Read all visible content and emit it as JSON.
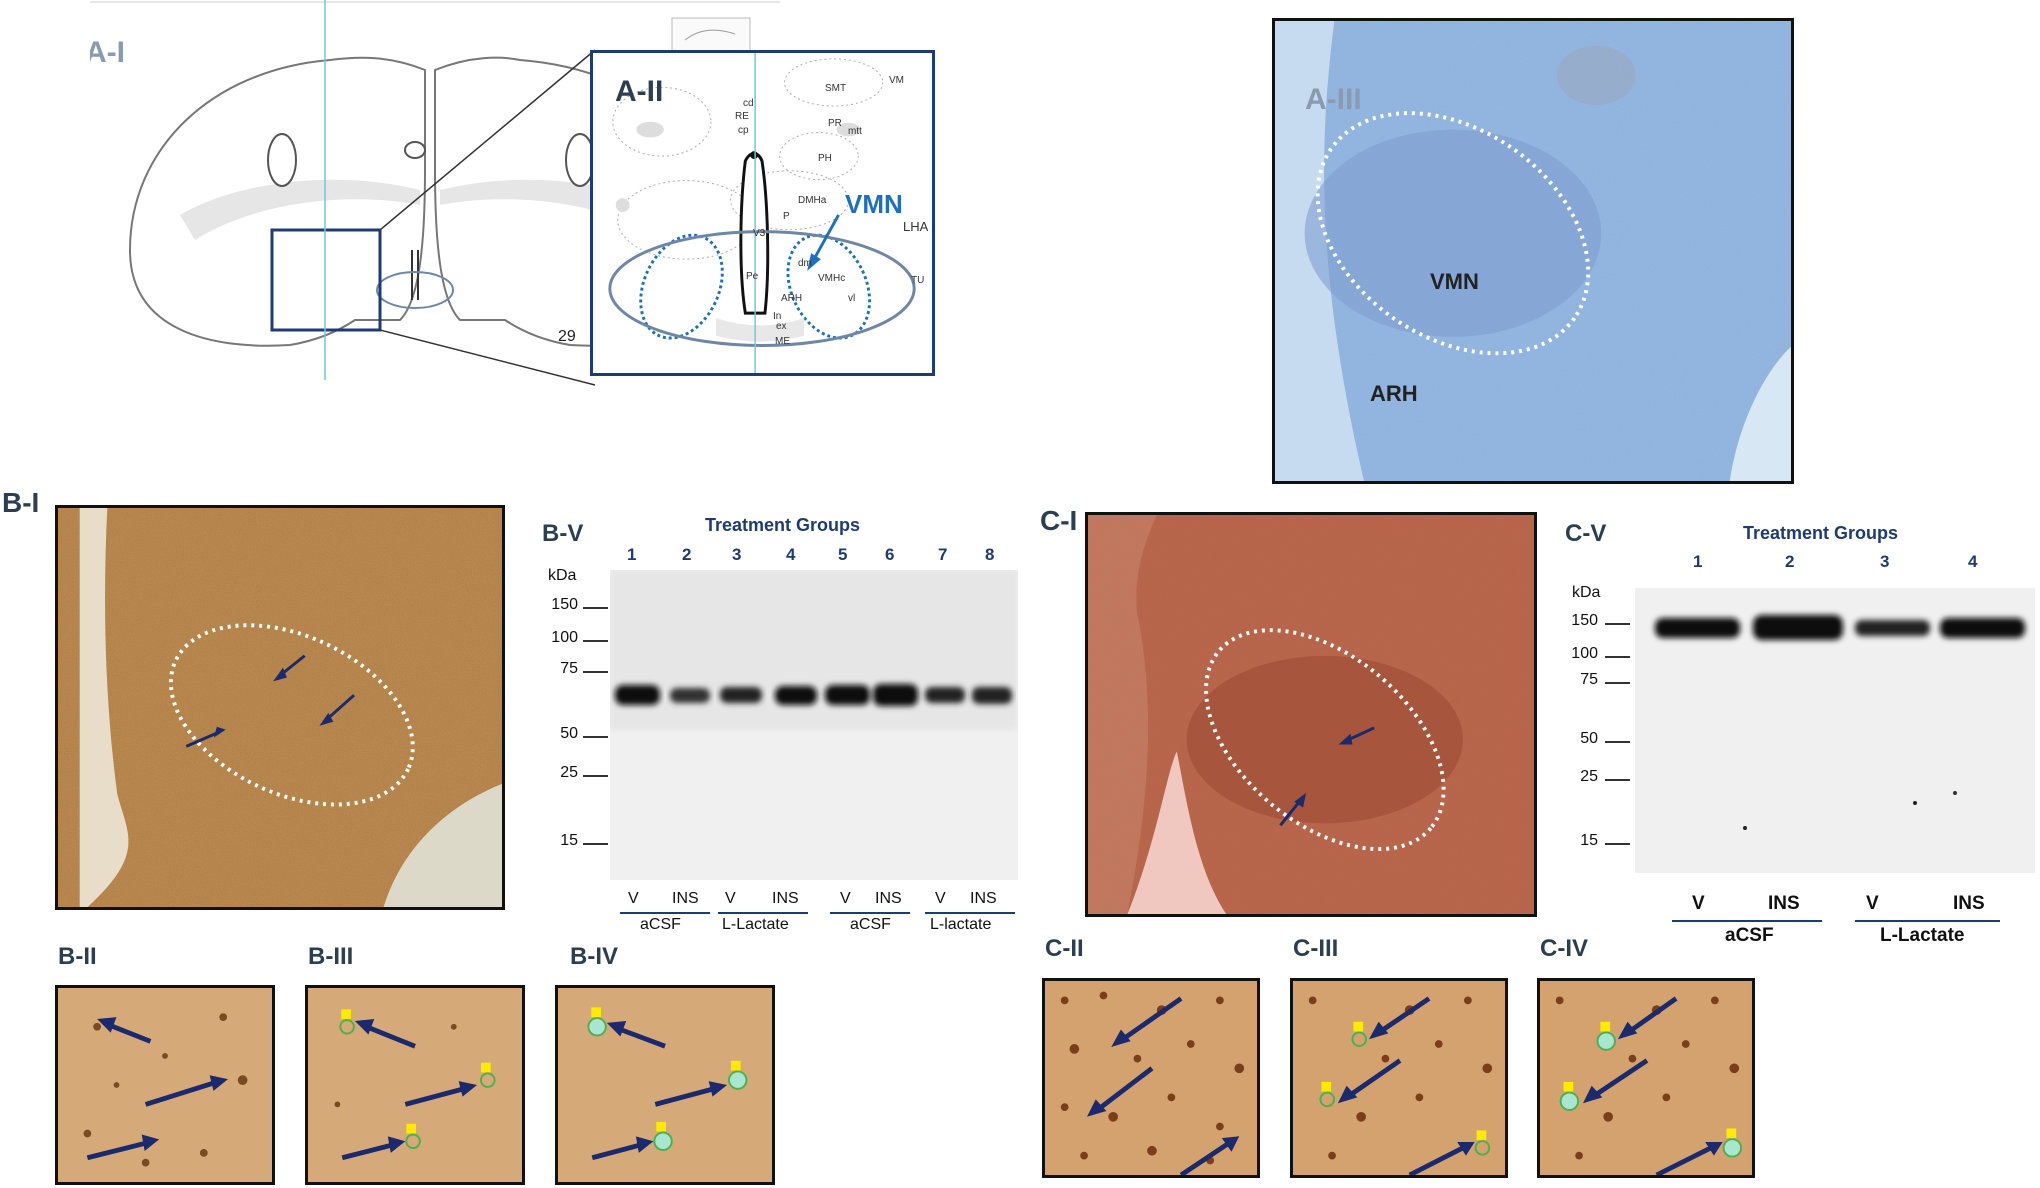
{
  "panels": {
    "a1": {
      "label": "A-I",
      "plate_number": "29"
    },
    "a2": {
      "label": "A-II",
      "highlight": "VMN",
      "regions": [
        "SMT",
        "VM",
        "cd",
        "RE",
        "cp",
        "PR",
        "mtt",
        "PH",
        "DMHa",
        "P",
        "V3",
        "dm",
        "VMHc",
        "vl",
        "LHA",
        "ARH",
        "TU",
        "In",
        "ex",
        "ME",
        "Pe"
      ]
    },
    "a3": {
      "label": "A-III",
      "vmn": "VMN",
      "arh": "ARH"
    },
    "b1": {
      "label": "B-I"
    },
    "b2": {
      "label": "B-II"
    },
    "b3": {
      "label": "B-III"
    },
    "b4": {
      "label": "B-IV"
    },
    "b5": {
      "label": "B-V",
      "title": "Treatment Groups",
      "kda_title": "kDa",
      "markers": [
        "150",
        "100",
        "75",
        "50",
        "25",
        "15"
      ],
      "lanes": [
        "1",
        "2",
        "3",
        "4",
        "5",
        "6",
        "7",
        "8"
      ],
      "lane_groups": [
        "V",
        "INS",
        "V",
        "INS",
        "V",
        "INS",
        "V",
        "INS"
      ],
      "conditions": [
        "aCSF",
        "L-Lactate",
        "aCSF",
        "L-lactate"
      ]
    },
    "c1": {
      "label": "C-I"
    },
    "c2": {
      "label": "C-II"
    },
    "c3": {
      "label": "C-III"
    },
    "c4": {
      "label": "C-IV"
    },
    "c5": {
      "label": "C-V",
      "title": "Treatment Groups",
      "kda_title": "kDa",
      "markers": [
        "150",
        "100",
        "75",
        "50",
        "25",
        "15"
      ],
      "lanes": [
        "1",
        "2",
        "3",
        "4"
      ],
      "lane_groups": [
        "V",
        "INS",
        "V",
        "INS"
      ],
      "conditions": [
        "aCSF",
        "L-Lactate"
      ]
    }
  },
  "colors": {
    "label_gray": "#8a9bb0",
    "label_dark": "#2c3e50",
    "nissl_blue": "#86a9d6",
    "dab_brown": "#b07c44",
    "red_stain": "#b55a3a",
    "arrow_navy": "#1a2a6c",
    "vmn_blue": "#1e6fc0"
  }
}
